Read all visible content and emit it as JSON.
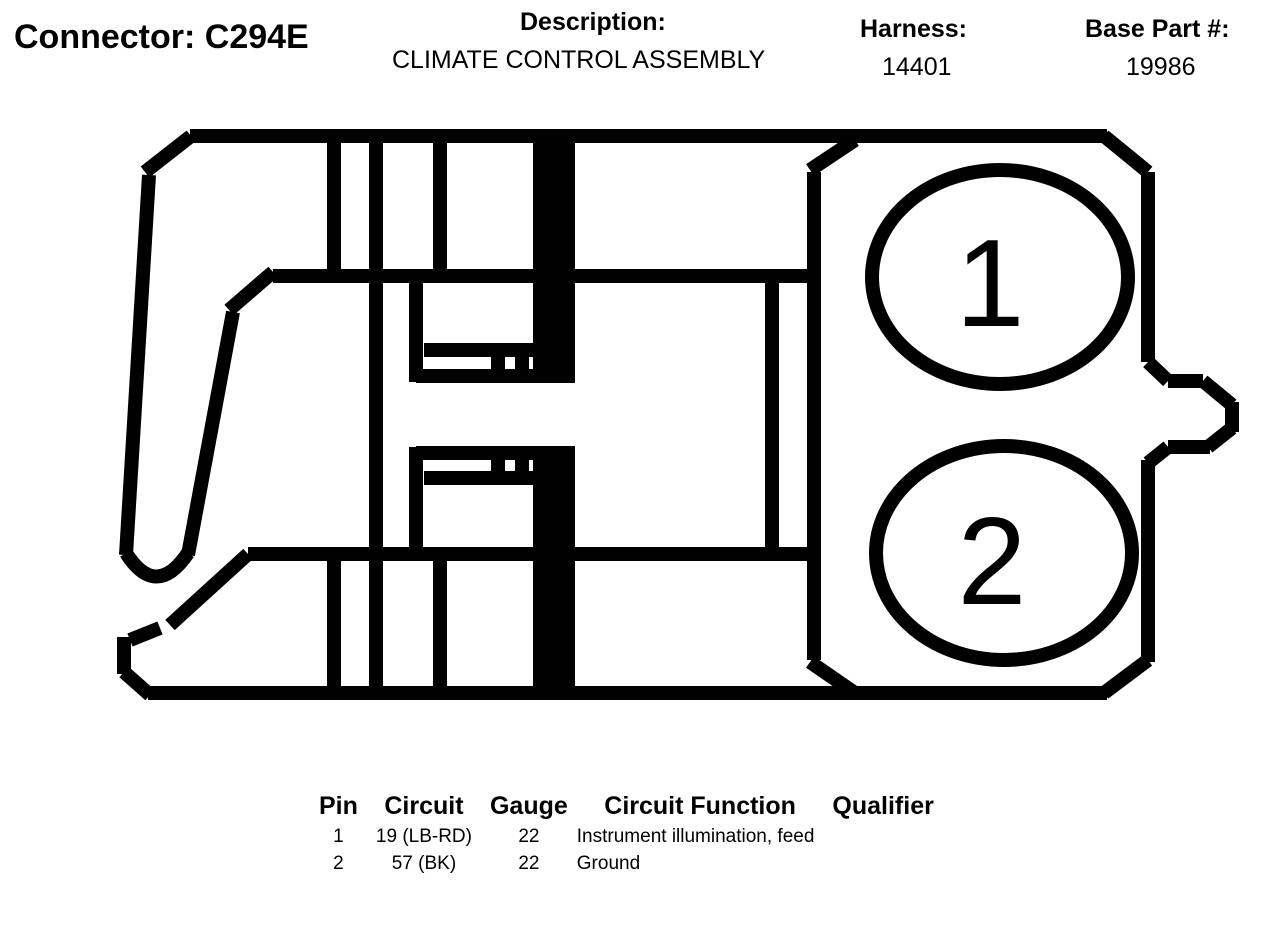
{
  "header": {
    "connector_title": "Connector: C294E",
    "description_label": "Description:",
    "description_value": "CLIMATE CONTROL ASSEMBLY",
    "harness_label": "Harness:",
    "harness_value": "14401",
    "base_part_label": "Base Part #:",
    "base_part_value": "19986"
  },
  "diagram": {
    "pin_labels": [
      "1",
      "2"
    ]
  },
  "table": {
    "headers": {
      "pin": "Pin",
      "circuit": "Circuit",
      "gauge": "Gauge",
      "function": "Circuit Function",
      "qualifier": "Qualifier"
    },
    "rows": [
      {
        "pin": "1",
        "circuit": "19 (LB-RD)",
        "gauge": "22",
        "function": "Instrument illumination, feed",
        "qualifier": ""
      },
      {
        "pin": "2",
        "circuit": "57 (BK)",
        "gauge": "22",
        "function": "Ground",
        "qualifier": ""
      }
    ]
  }
}
